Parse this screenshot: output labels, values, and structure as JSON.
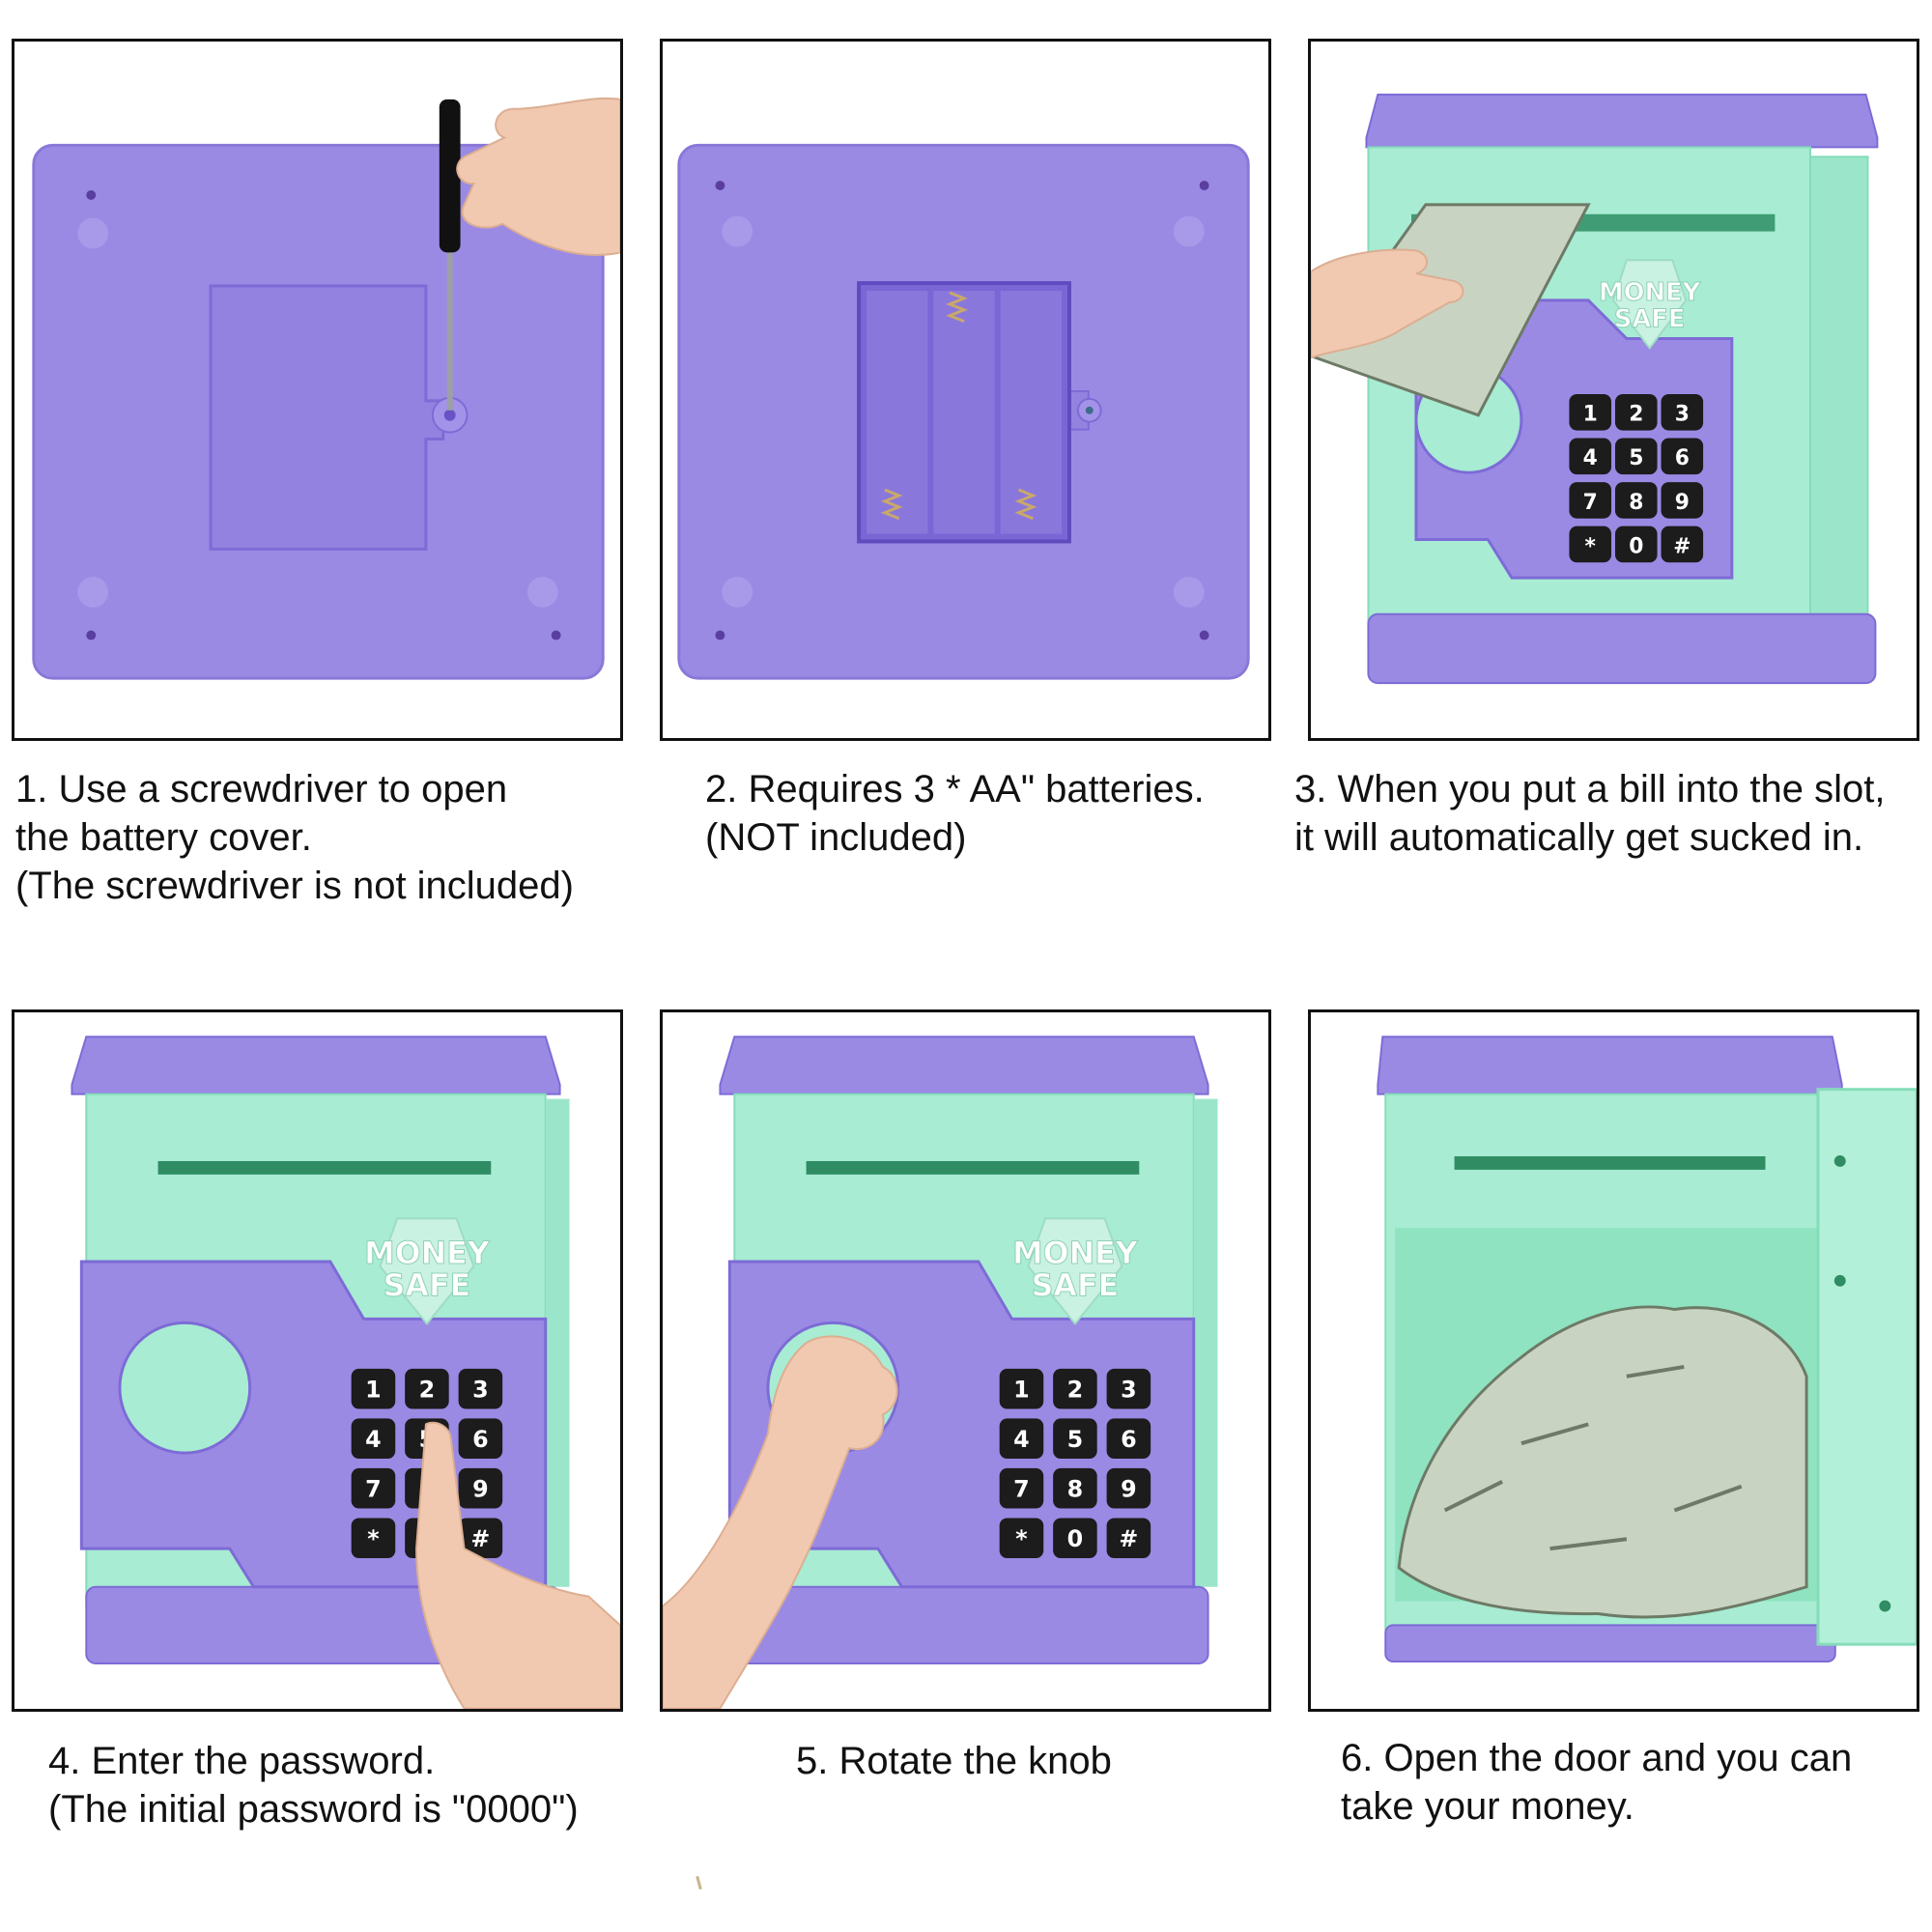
{
  "colors": {
    "purple": "#9b8ae4",
    "purple_dark": "#7d6bd6",
    "mint": "#a7ecd3",
    "mint_dark": "#85dcb9",
    "key": "#1c1c1c",
    "bill": "#c9d3c2",
    "skin": "#f1c9b0"
  },
  "steps": [
    {
      "lines": [
        "1. Use a screwdriver to open",
        "the battery cover.",
        "(The screwdriver is not included)"
      ],
      "icons": [
        "screwdriver-icon",
        "hand-icon"
      ]
    },
    {
      "lines": [
        "2. Requires 3 * AA\" batteries.",
        "(NOT included)"
      ],
      "icons": [
        "battery-compartment-icon"
      ]
    },
    {
      "lines": [
        "3. When you put a bill into the slot,",
        "it will automatically get sucked in."
      ],
      "icons": [
        "money-safe-icon",
        "dollar-bill-icon",
        "hand-icon"
      ]
    },
    {
      "lines": [
        "4. Enter the password.",
        "(The initial password is \"0000\")"
      ],
      "icons": [
        "keypad-icon",
        "finger-icon"
      ]
    },
    {
      "lines": [
        "5. Rotate the knob"
      ],
      "icons": [
        "knob-icon",
        "hand-icon"
      ]
    },
    {
      "lines": [
        "6. Open the door and you can",
        "take your money."
      ],
      "icons": [
        "open-safe-icon",
        "money-pile-icon"
      ]
    }
  ],
  "safe": {
    "logo_lines": [
      "MONEY",
      "SAFE"
    ],
    "keypad": [
      "1",
      "2",
      "3",
      "4",
      "5",
      "6",
      "7",
      "8",
      "9",
      "*",
      "0",
      "#"
    ]
  }
}
